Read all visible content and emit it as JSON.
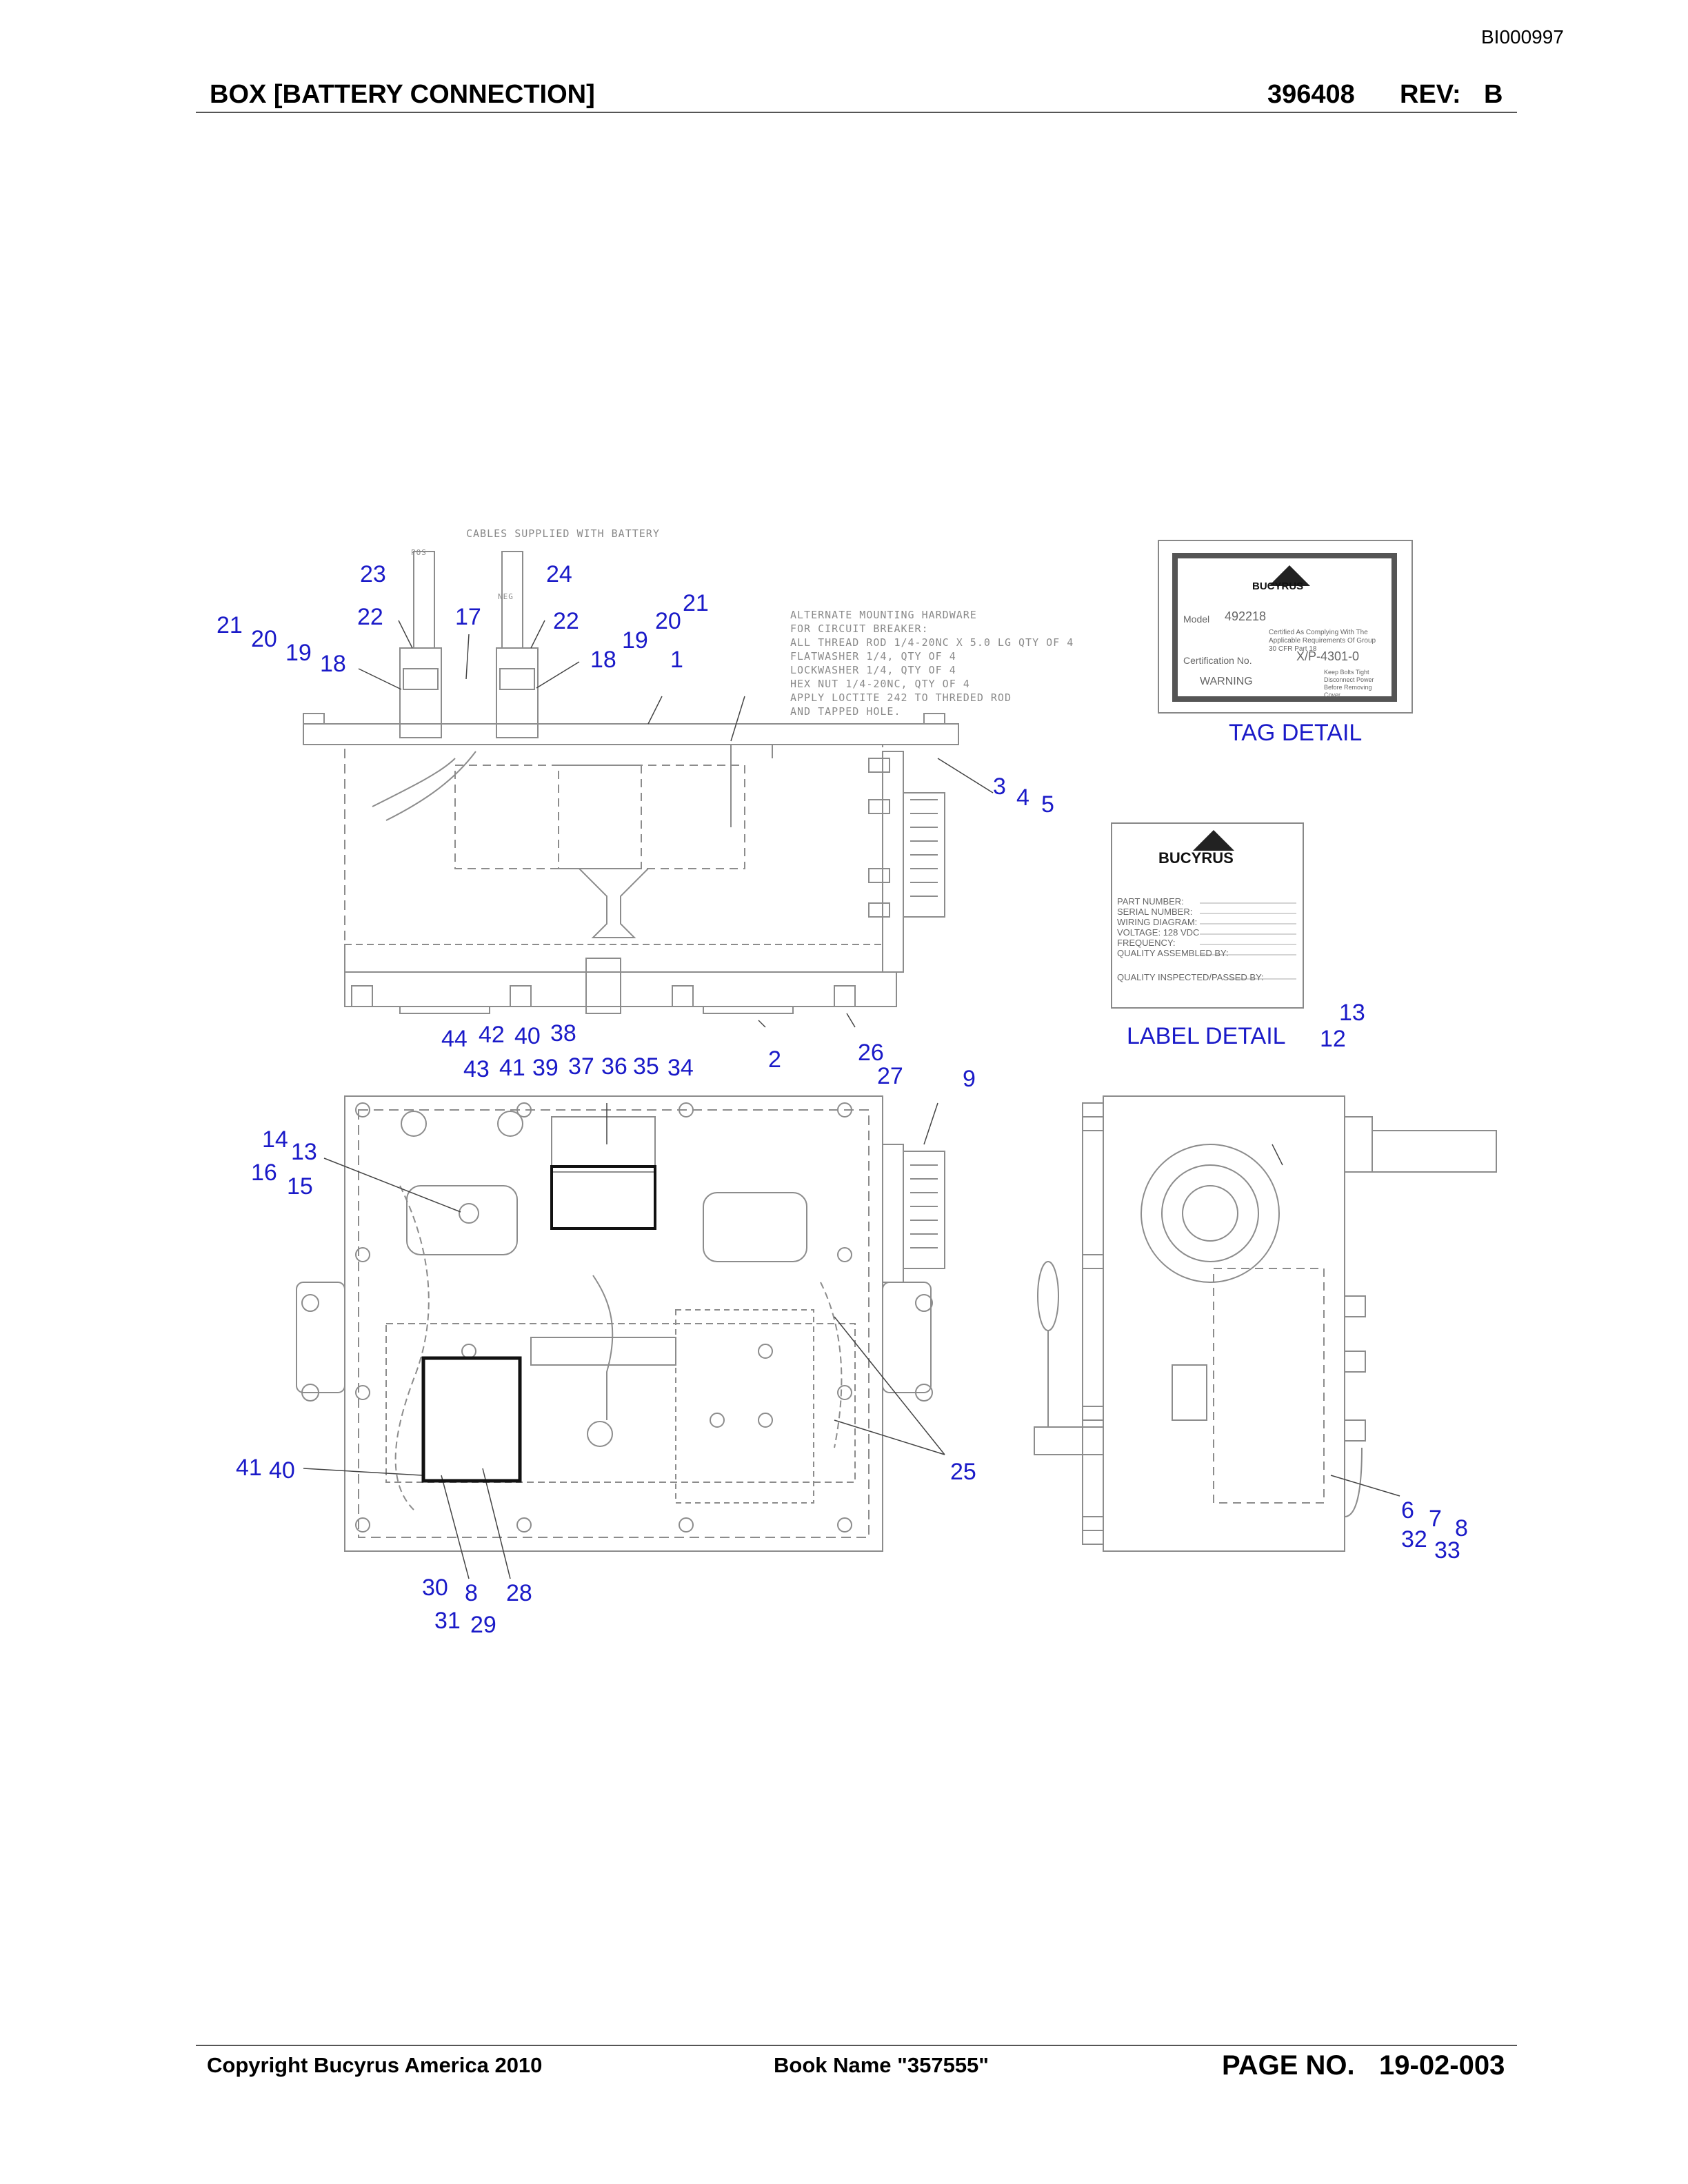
{
  "header": {
    "doc_id": "BI000997",
    "title": "BOX [BATTERY CONNECTION]",
    "part_number": "396408",
    "rev_label": "REV:",
    "rev_value": "B"
  },
  "footer": {
    "copyright": "Copyright Bucyrus America 2010",
    "book_name": "Book Name \"357555\"",
    "page_label": "PAGE NO.",
    "page_number": "19-02-003"
  },
  "notes": {
    "cables": "CABLES SUPPLIED WITH BATTERY",
    "pos": "POS",
    "neg": "NEG",
    "alt_hardware": "ALTERNATE MOUNTING HARDWARE\nFOR CIRCUIT BREAKER:\nALL THREAD ROD 1/4-20NC X 5.0 LG QTY OF 4\nFLATWASHER 1/4, QTY OF 4\nLOCKWASHER 1/4, QTY OF 4\nHEX NUT 1/4-20NC, QTY OF 4\nAPPLY LOCTITE 242 TO THREDED ROD\nAND TAPPED HOLE."
  },
  "tag_detail": {
    "title": "TAG DETAIL",
    "brand": "BUCYRUS",
    "model_label": "Model",
    "model_value": "492218",
    "certified_text": "Certified As Complying With The Applicable Requirements Of Group 30 CFR Part 18",
    "certification_label": "Certification No.",
    "certification_value": "X/P-4301-0",
    "warning": "WARNING",
    "warning_text": "Keep Bolts Tight Disconnect Power Before Removing Cover"
  },
  "label_detail": {
    "title": "LABEL DETAIL",
    "brand": "BUCYRUS",
    "fields": [
      "PART NUMBER:",
      "SERIAL NUMBER:",
      "WIRING DIAGRAM:",
      "VOLTAGE: 128 VDC",
      "FREQUENCY:",
      "QUALITY ASSEMBLED BY:",
      "QUALITY INSPECTED/PASSED BY:"
    ]
  },
  "callouts": {
    "c23": "23",
    "c24": "24",
    "c21a": "21",
    "c20a": "20",
    "c19a": "19",
    "c18a": "18",
    "c22a": "22",
    "c17": "17",
    "c22b": "22",
    "c21b": "21",
    "c20b": "20",
    "c19b": "19",
    "c18b": "18",
    "c1": "1",
    "c3": "3",
    "c4": "4",
    "c5": "5",
    "c44": "44",
    "c42": "42",
    "c40a": "40",
    "c38": "38",
    "c43": "43",
    "c41a": "41",
    "c39": "39",
    "c37": "37",
    "c36": "36",
    "c35": "35",
    "c34": "34",
    "c2": "2",
    "c26": "26",
    "c27": "27",
    "c9": "9",
    "c13a": "13",
    "c12": "12",
    "c14": "14",
    "c13b": "13",
    "c16": "16",
    "c15": "15",
    "c41b": "41",
    "c40b": "40",
    "c25": "25",
    "c30": "30",
    "c8a": "8",
    "c28": "28",
    "c31": "31",
    "c29": "29",
    "c6": "6",
    "c7": "7",
    "c8b": "8",
    "c32": "32",
    "c33": "33"
  }
}
